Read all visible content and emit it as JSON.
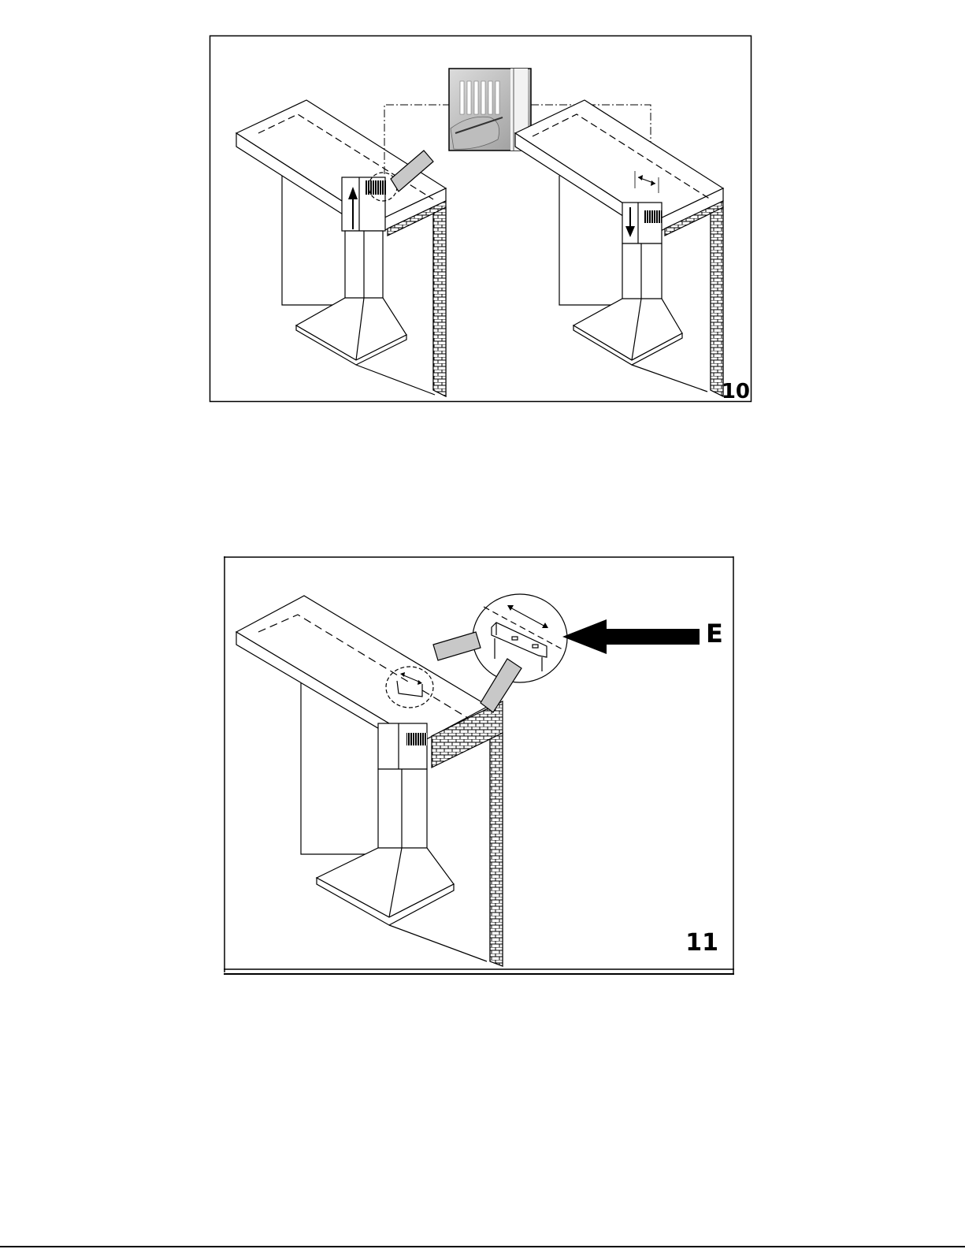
{
  "figures": [
    {
      "number": "10"
    },
    {
      "number": "11",
      "callout_label": "E"
    }
  ]
}
